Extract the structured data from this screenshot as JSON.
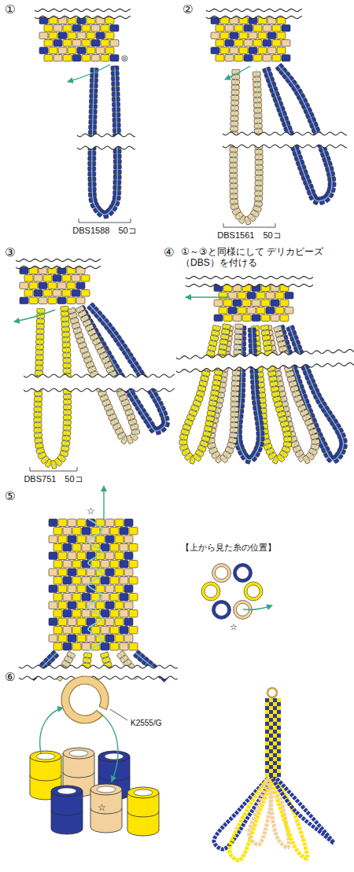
{
  "diagram": {
    "labels": [
      "①",
      "◎",
      "DBS1588　50コ",
      "②",
      "DBS1561　50コ",
      "③",
      "DBS751　50コ",
      "④",
      "①～③と同様にして デリカビーズ（DBS）を付ける",
      "⑤",
      "☆",
      "【上から見た糸の位置】",
      "☆",
      "⑥",
      "K2555/G",
      "☆"
    ]
  }
}
